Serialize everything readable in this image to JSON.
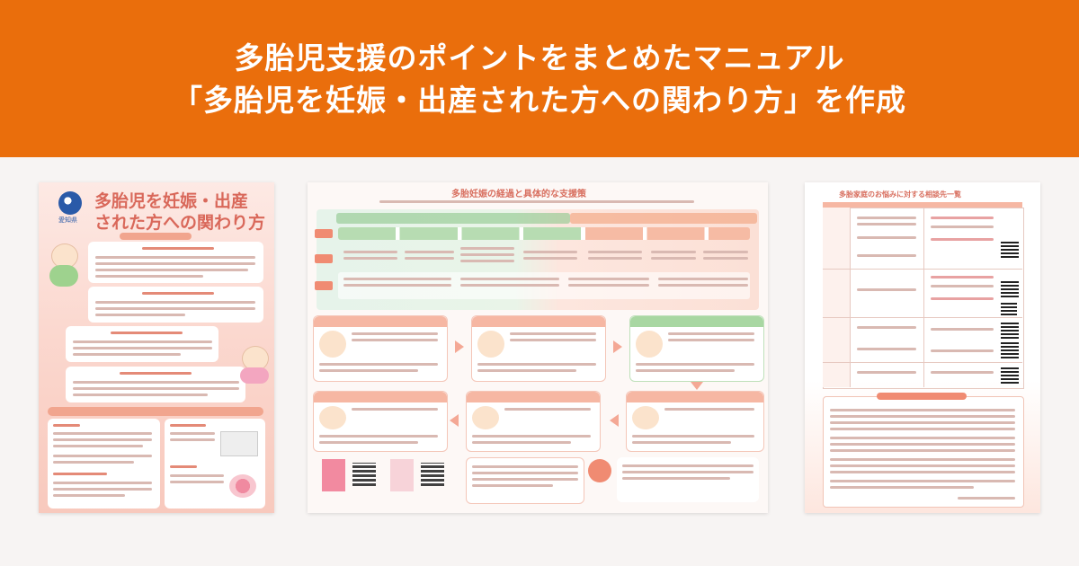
{
  "header": {
    "title_line1": "多胎児支援のポイントをまとめたマニュアル",
    "title_line2": "「多胎児を妊娠・出産された方への関わり方」を作成"
  },
  "pages": {
    "left": {
      "title_line1": "多胎児を妊娠・出産",
      "title_line2": "された方への関わり方",
      "logo_caption": "愛知県"
    },
    "middle": {
      "title": "多胎妊娠の経過と具体的な支援策"
    },
    "right": {
      "title": "多胎家庭のお悩みに対する相談先一覧"
    }
  },
  "colors": {
    "banner": "#ea6e0c",
    "accent_pink": "#f1a58e",
    "accent_green": "#8cc68a",
    "accent_orange": "#f2a07a"
  }
}
